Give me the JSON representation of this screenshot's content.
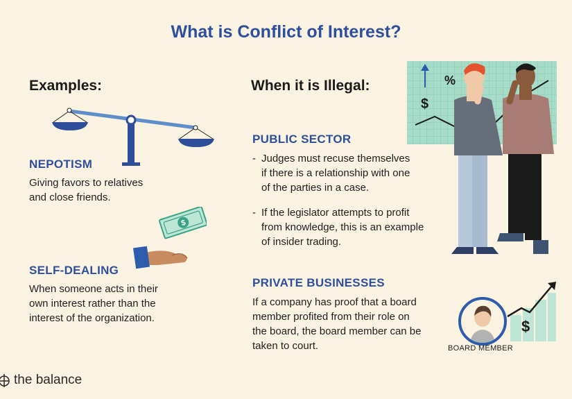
{
  "title": "What is Conflict of Interest?",
  "examples": {
    "heading": "Examples:",
    "nepotism": {
      "label": "NEPOTISM",
      "lines": [
        "Giving favors to relatives",
        "and close friends."
      ]
    },
    "self_dealing": {
      "label": "SELF-DEALING",
      "lines": [
        "When someone acts in their",
        "own interest rather than the",
        "interest of the organization."
      ]
    }
  },
  "illegal": {
    "heading": "When it is Illegal:",
    "public_sector": {
      "label": "PUBLIC SECTOR",
      "bullet1": [
        "Judges must recuse themselves",
        "if there is a relationship with one",
        "of the parties in a case."
      ],
      "bullet2": [
        "If the legislator attempts to profit",
        "from knowledge, this is an example",
        "of insider trading."
      ]
    },
    "private": {
      "label": "PRIVATE BUSINESSES",
      "lines": [
        "If a company has proof that a board",
        "member profited from their role on",
        "the board, the board member can be",
        "taken to court."
      ]
    }
  },
  "illustrations": {
    "board_label": "BOARD MEMBER",
    "chart_percent": "%",
    "chart_dollar": "$",
    "money_dollar": "$",
    "growth_dollar": "$"
  },
  "brand": {
    "name": "the balance",
    "icon": "balance-logo-icon"
  },
  "colors": {
    "title_blue": "#2d4f9c",
    "background": "#fbf3e1",
    "accent_teal": "#9ed8c5"
  }
}
